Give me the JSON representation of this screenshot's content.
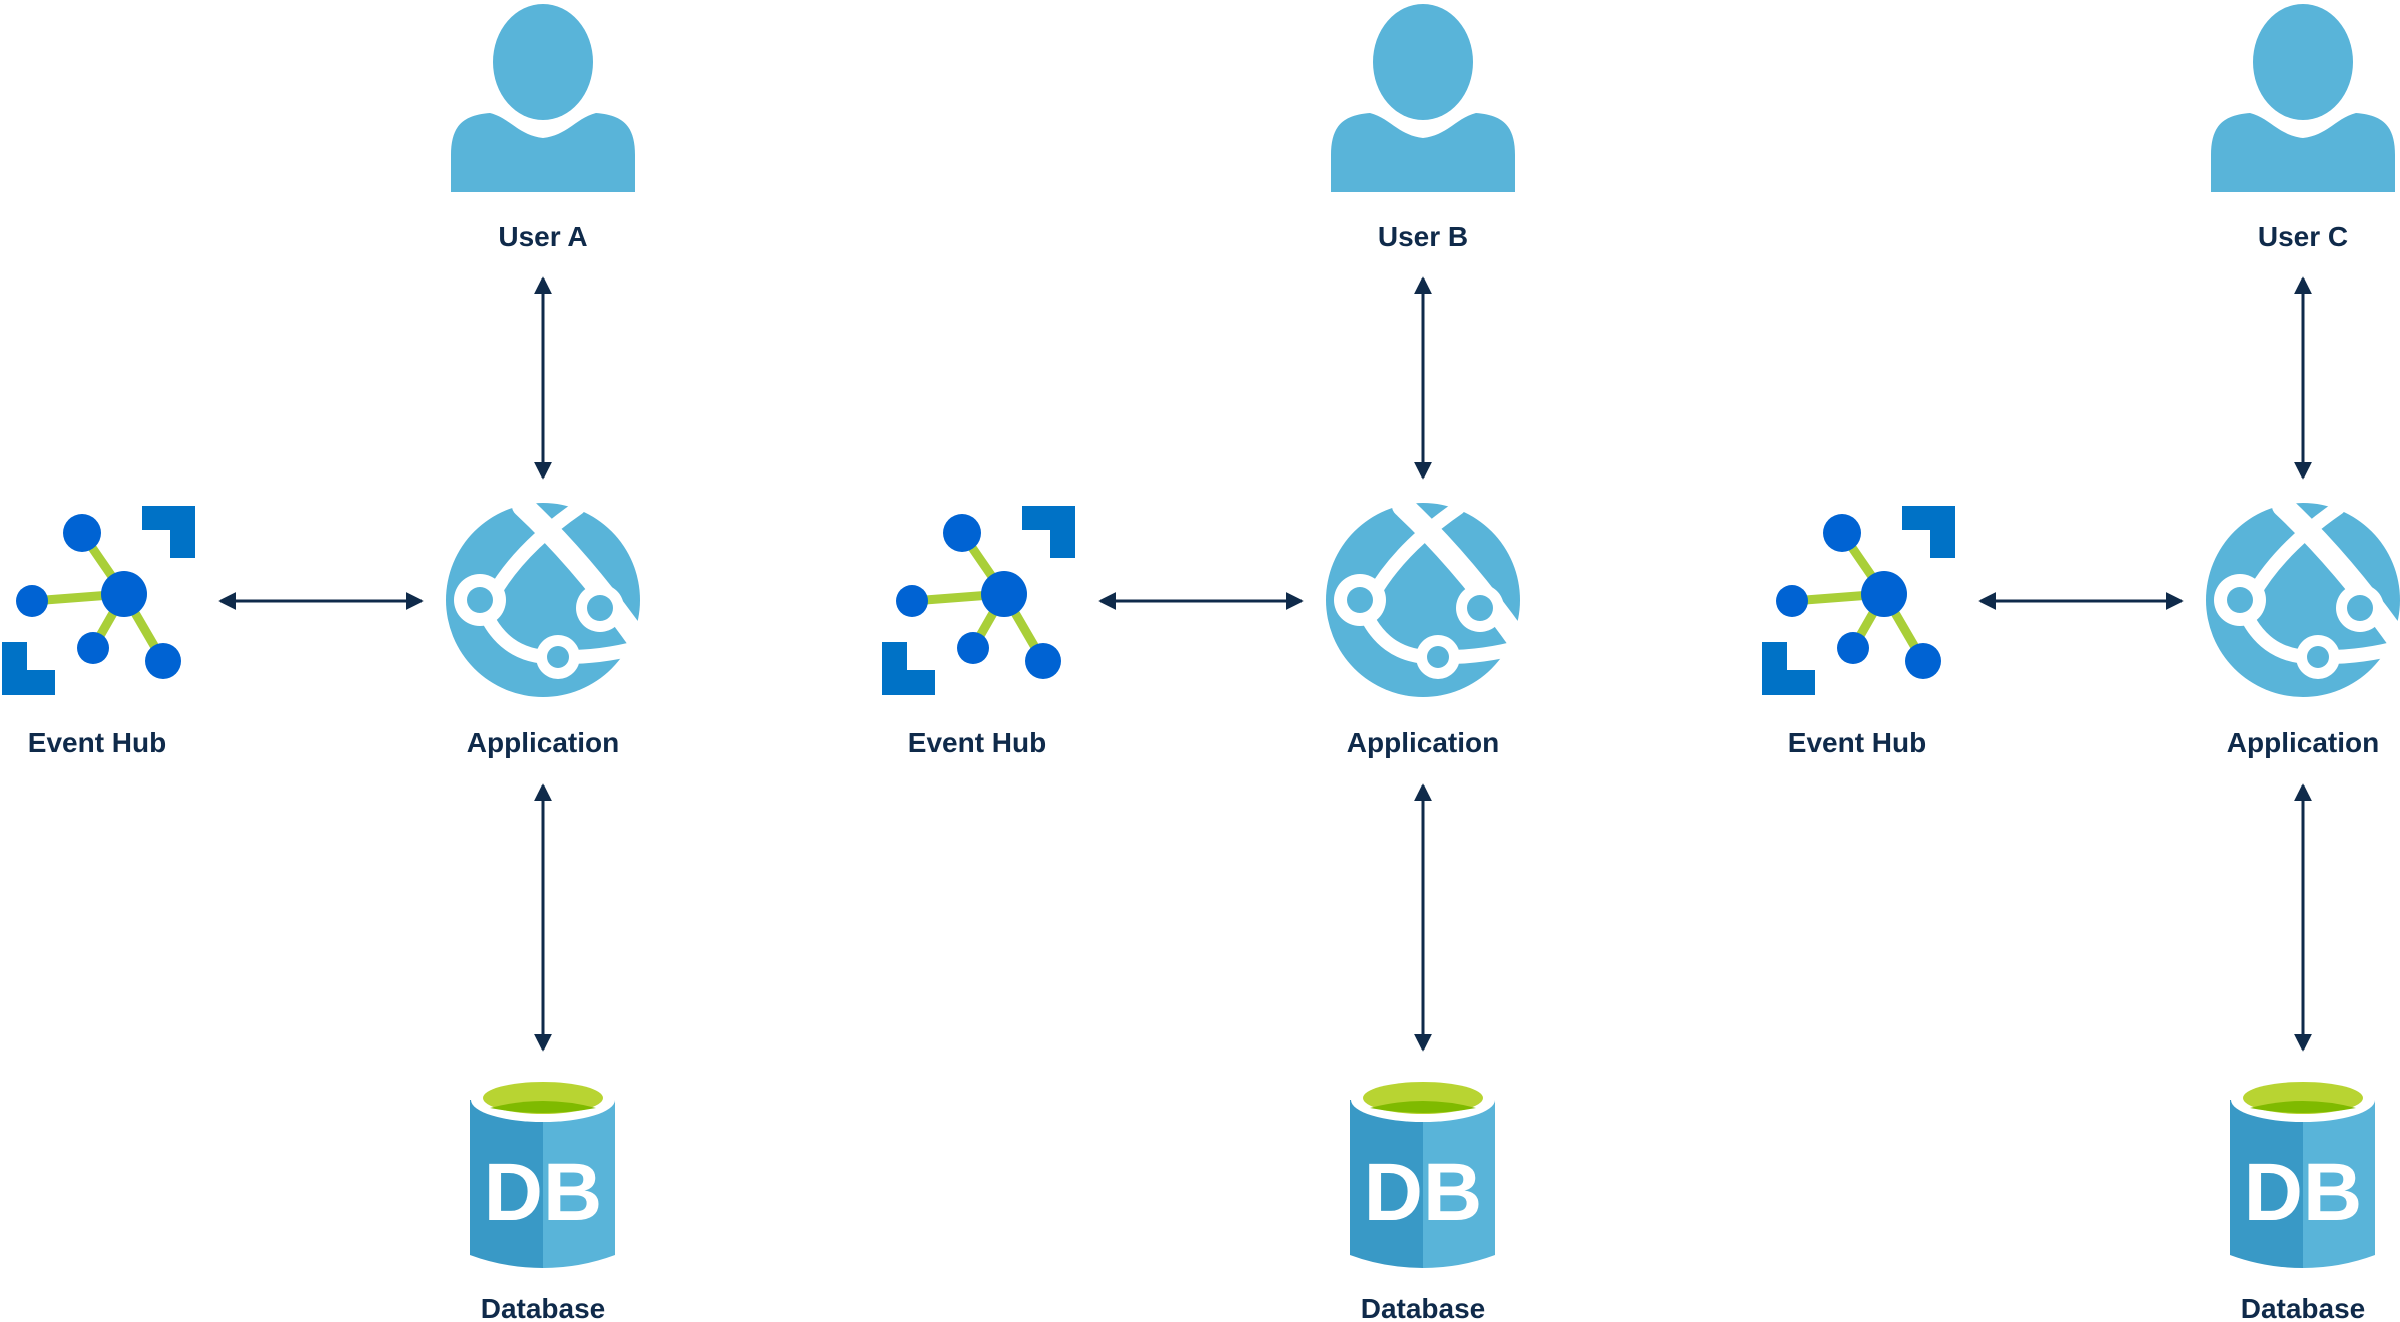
{
  "colors": {
    "user": "#59b4d9",
    "app": "#59b4d9",
    "hub_blue": "#0063d3",
    "hub_corner": "#0072c6",
    "hub_line": "#a9cf38",
    "db_left": "#3999c6",
    "db_right": "#59b4d9",
    "db_top_outer": "#b8d432",
    "db_top_inner": "#7fba00",
    "label": "#0f2a4a",
    "arrow": "#0f2a4a"
  },
  "icons": {
    "user": "user-icon",
    "application": "app-service-globe-icon",
    "event_hub": "event-hub-icon",
    "database": "database-icon"
  },
  "groups": [
    {
      "user_label": "User A",
      "application_label": "Application",
      "event_hub_label": "Event Hub",
      "database_label": "Database"
    },
    {
      "user_label": "User B",
      "application_label": "Application",
      "event_hub_label": "Event Hub",
      "database_label": "Database"
    },
    {
      "user_label": "User C",
      "application_label": "Application",
      "event_hub_label": "Event Hub",
      "database_label": "Database"
    }
  ]
}
